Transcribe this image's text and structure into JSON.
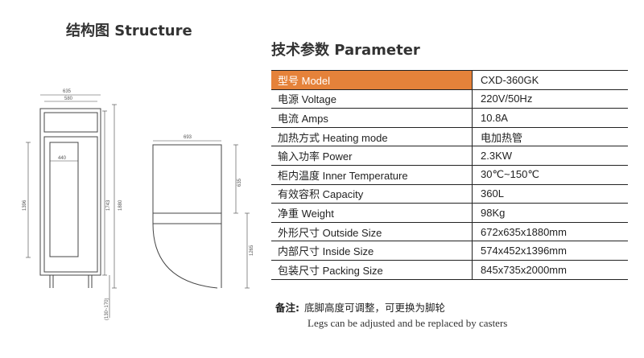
{
  "headings": {
    "structure": "结构图 Structure",
    "parameter": "技术参数 Parameter"
  },
  "accent_color": "#e5823a",
  "drawing": {
    "front": {
      "width_outer": "635",
      "width_inner": "580",
      "inner_width": "440",
      "height_total": "1743",
      "height_overall": "1880",
      "inner_height": "1396",
      "feet_range": "(130~170)"
    },
    "side": {
      "depth": "693",
      "upper_height": "635",
      "lower_height": "1265"
    }
  },
  "parameters": [
    {
      "label": "型号 Model",
      "value": "CXD-360GK",
      "highlight": true
    },
    {
      "label": "电源 Voltage",
      "value": "220V/50Hz"
    },
    {
      "label": "电流 Amps",
      "value": "10.8A"
    },
    {
      "label": "加热方式 Heating mode",
      "value": "电加热管"
    },
    {
      "label": "输入功率 Power",
      "value": "2.3KW"
    },
    {
      "label": "柜内温度 Inner Temperature",
      "value": "30℃~150℃"
    },
    {
      "label": "有效容积 Capacity",
      "value": "360L"
    },
    {
      "label": "净重 Weight",
      "value": "98Kg"
    },
    {
      "label": "外形尺寸 Outside Size",
      "value": "672x635x1880mm"
    },
    {
      "label": "内部尺寸 Inside Size",
      "value": "574x452x1396mm"
    },
    {
      "label": "包装尺寸 Packing Size",
      "value": "845x735x2000mm"
    }
  ],
  "note": {
    "label": "备注:",
    "text_cn": "底脚高度可调整，可更换为脚轮",
    "text_en": "Legs can be adjusted and be replaced by casters"
  }
}
